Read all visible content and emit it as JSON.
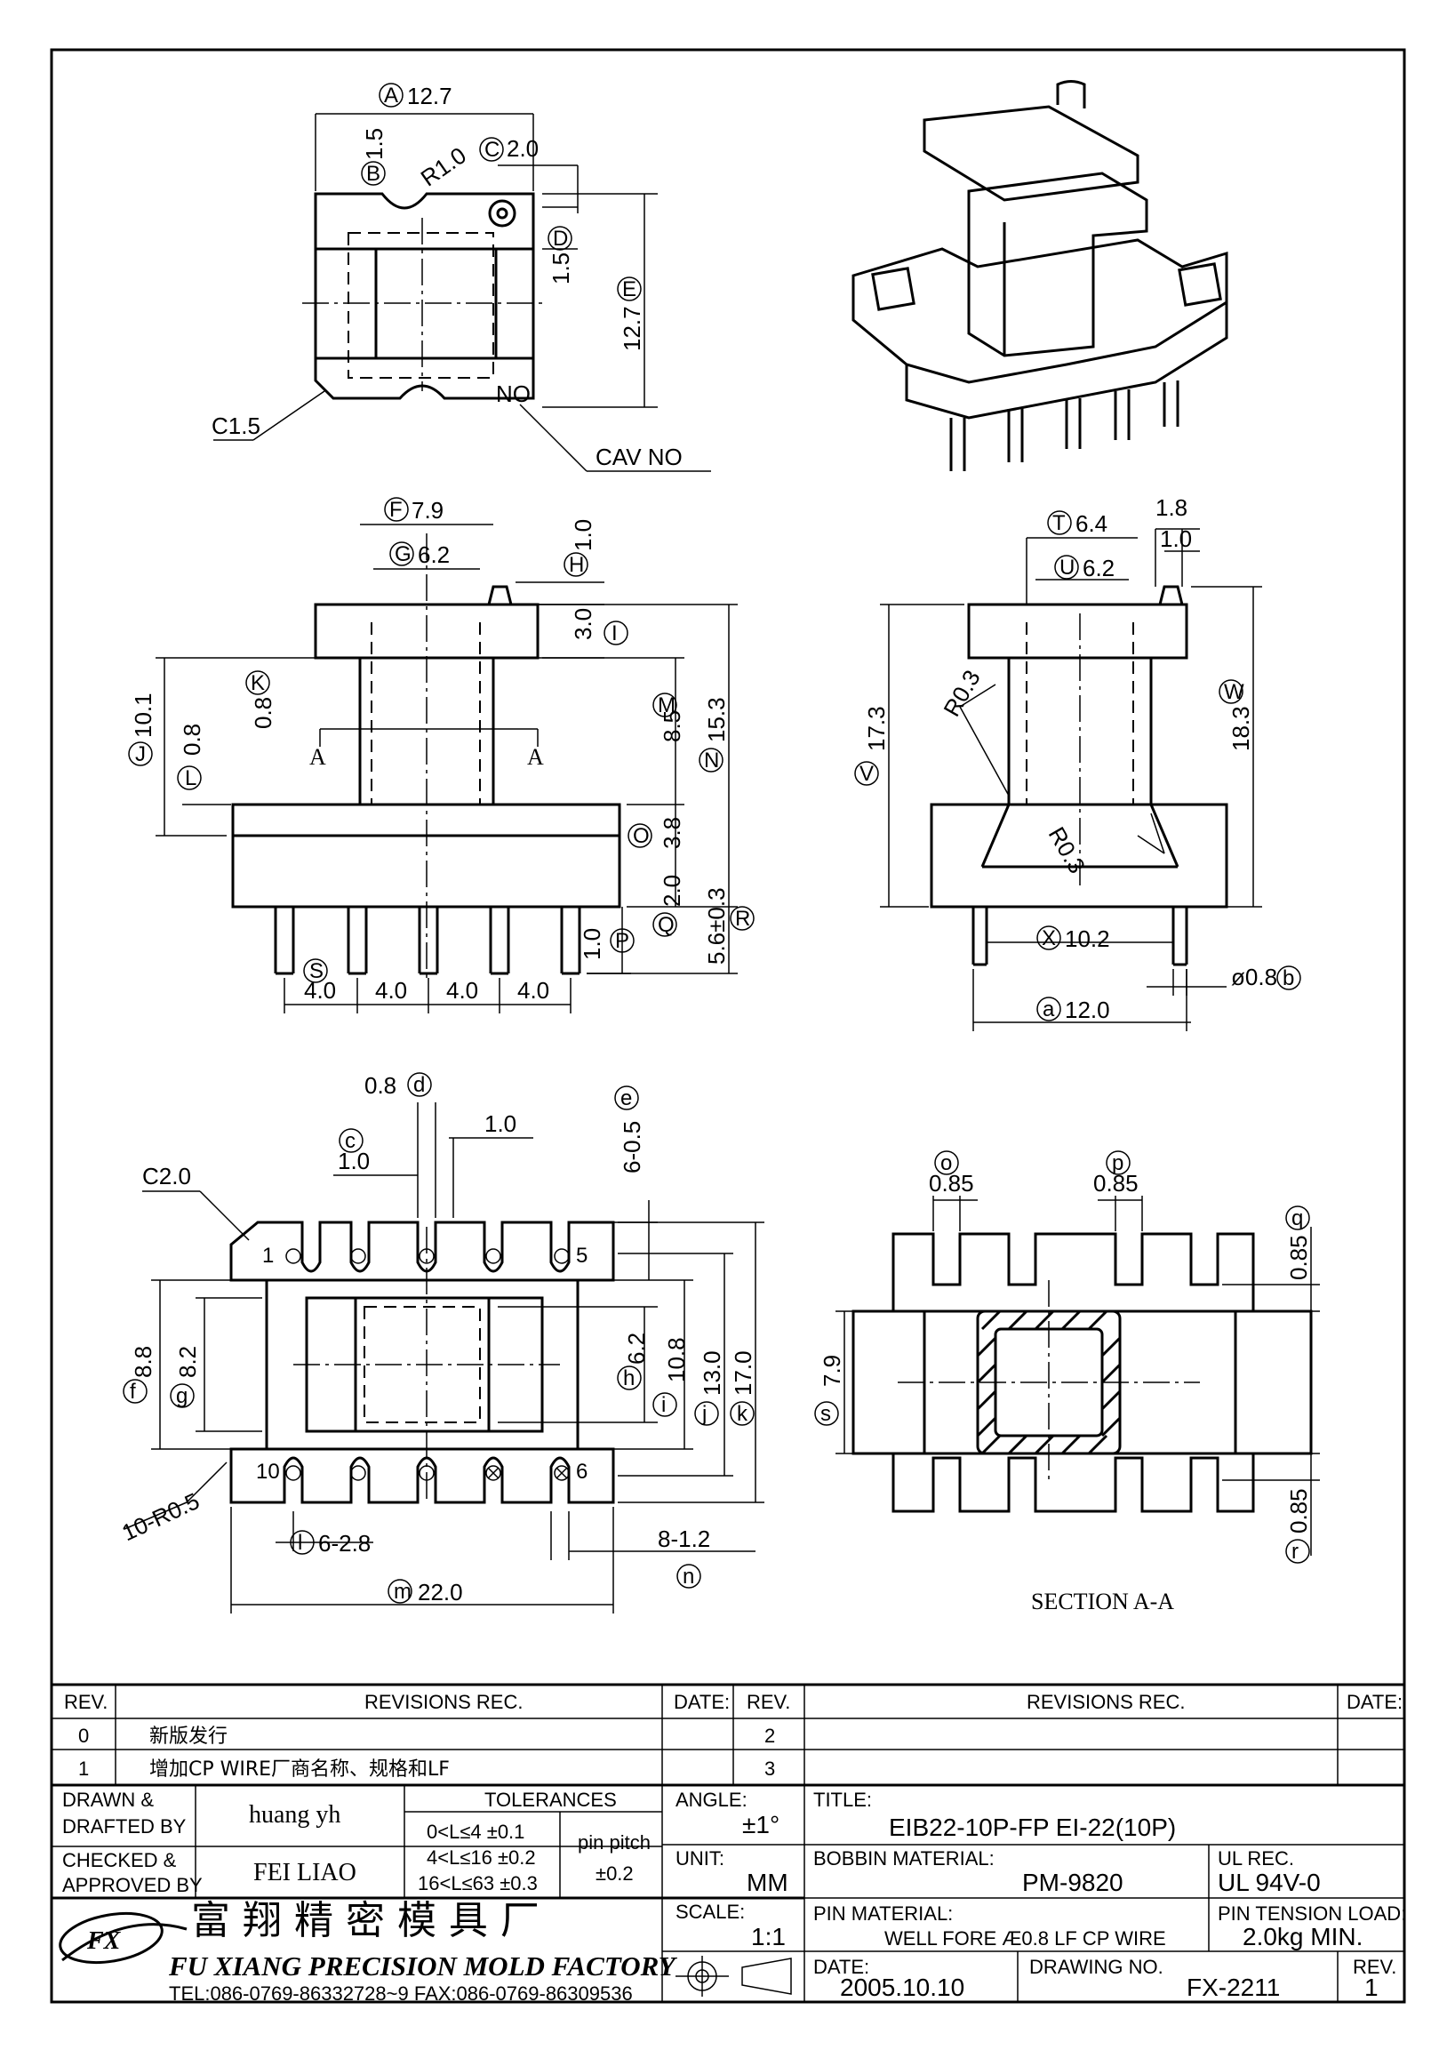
{
  "views": {
    "top": {
      "a": "A",
      "a_val": "12.7",
      "b": "B",
      "b_val": "1.5",
      "c": "C",
      "c_val": "2.0",
      "d": "D",
      "d_val": "1.5",
      "e": "E",
      "e_val": "12.7",
      "radius": "R1.0",
      "chamfer": "C1.5",
      "no": "NO",
      "cav": "CAV NO"
    },
    "front": {
      "f": "F",
      "f_val": "7.9",
      "g": "G",
      "g_val": "6.2",
      "h": "H",
      "h_val": "1.0",
      "i": "I",
      "i_val": "3.0",
      "j": "J",
      "j_val": "10.1",
      "k": "K",
      "k_val": "0.8",
      "l": "L",
      "l_val": "0.8",
      "m": "M",
      "m_val": "8.5",
      "n": "N",
      "n_val": "15.3",
      "o": "O",
      "o_val": "3.8",
      "p": "P",
      "p_val": "1.0",
      "q": "Q",
      "q_val": "2.0",
      "r": "R",
      "r_val": "5.6±0.3",
      "s": "S",
      "pitch": [
        "4.0",
        "4.0",
        "4.0",
        "4.0"
      ],
      "sec_a": "A"
    },
    "side": {
      "t": "T",
      "t_val": "6.4",
      "u": "U",
      "u_val": "6.2",
      "top1": "1.8",
      "top2": "1.0",
      "v": "V",
      "v_val": "17.3",
      "w": "W",
      "w_val": "18.3",
      "r1": "R0.3",
      "r2": "R0.3",
      "x": "X",
      "x_val": "10.2",
      "aa": "a",
      "aa_val": "12.0",
      "bb": "b",
      "bb_val": "ø0.8"
    },
    "bottom": {
      "c": "c",
      "c_val": "1.0",
      "d": "d",
      "d_val": "0.8",
      "e": "e",
      "e_val": "6-0.5",
      "c20": "C2.0",
      "one": "1.0",
      "f": "f",
      "f_val": "8.8",
      "g": "g",
      "g_val": "8.2",
      "h": "h",
      "h_val": "6.2",
      "i": "i",
      "i_val": "10.8",
      "j": "j",
      "j_val": "13.0",
      "k": "k",
      "k_val": "17.0",
      "r05": "10-R0.5",
      "l": "l",
      "l_val": "6-2.8",
      "m": "m",
      "m_val": "22.0",
      "n": "n",
      "n_val": "8-1.2",
      "pin1": "1",
      "pin5": "5",
      "pin10": "10",
      "pin6": "6"
    },
    "section": {
      "o": "o",
      "o_val": "0.85",
      "p": "p",
      "p_val": "0.85",
      "q": "q",
      "q_val": "0.85",
      "r": "r",
      "r_val": "0.85",
      "s": "s",
      "s_val": "7.9",
      "label": "SECTION  A-A"
    }
  },
  "title_block": {
    "rev_head": "REV.",
    "revisions_head": "REVISIONS   REC.",
    "date_head": "DATE:",
    "rows_left": [
      {
        "rev": "0",
        "text": "新版发行"
      },
      {
        "rev": "1",
        "text": "增加CP WIRE厂商名称、规格和LF"
      }
    ],
    "rows_right": [
      {
        "rev": "2"
      },
      {
        "rev": "3"
      }
    ],
    "drawn_label": "DRAWN &\nDRAFTED BY",
    "drawn_1": "DRAWN &",
    "drawn_2": "DRAFTED BY",
    "drawn_by": "huang yh",
    "checked_1": "CHECKED &",
    "checked_2": "APPROVED BY",
    "checked_by": "FEI LIAO",
    "tolerances": "TOLERANCES",
    "tol_1": "0<L≤4    ±0.1",
    "tol_2": "4<L≤16  ±0.2",
    "tol_3": "16<L≤63  ±0.3",
    "pin_pitch": "pin  pitch",
    "pin_pitch_val": "±0.2",
    "angle_label": "ANGLE:",
    "angle_val": "±1°",
    "unit_label": "UNIT:",
    "unit_val": "MM",
    "scale_label": "SCALE:",
    "scale_val": "1:1",
    "title_label": "TITLE:",
    "title_val": "EIB22-10P-FP  EI-22(10P)",
    "bobbin_label": "BOBBIN MATERIAL:",
    "bobbin_val": "PM-9820",
    "ul_label": "UL REC.",
    "ul_val": "UL 94V-0",
    "pin_mat_label": "PIN MATERIAL:",
    "pin_mat_val": "WELL FORE Æ0.8 LF CP WIRE",
    "tension_label": "PIN TENSION LOAD:",
    "tension_val": "2.0kg  MIN.",
    "date_label": "DATE:",
    "date_val": "2005.10.10",
    "drawing_label": "DRAWING NO.",
    "drawing_val": "FX-2211",
    "rev_label": "REV.",
    "rev_val": "1",
    "company_cn": "富 翔 精 密 模 具 厂",
    "company_en": "FU XIANG PRECISION MOLD FACTORY",
    "contact": "TEL:086-0769-86332728~9   FAX:086-0769-86309536",
    "logo_text": "FX"
  }
}
